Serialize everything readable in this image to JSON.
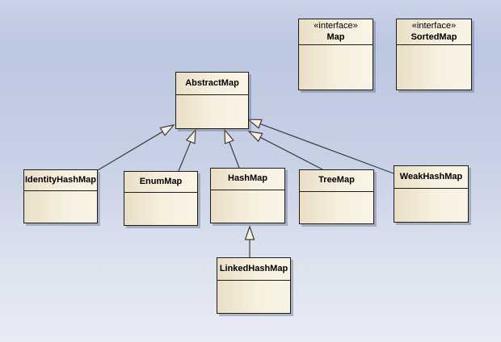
{
  "diagram": {
    "type": "uml-class-diagram",
    "subject": "Java Map class hierarchy",
    "colors": {
      "background_top": "#bcc7e1",
      "background_bottom": "#e9ecf5",
      "node_fill_dark": "#eadec6",
      "node_fill_light": "#faf4e5",
      "node_border": "#1c1c1c",
      "connector": "#3c3c3c",
      "arrowhead_fill": "#f7f0df",
      "shadow": "#6e768c",
      "text": "#000000"
    }
  },
  "nodes": [
    {
      "id": "map",
      "kind": "interface",
      "stereotype": "«interface»",
      "name": "Map"
    },
    {
      "id": "sortedmap",
      "kind": "interface",
      "stereotype": "«interface»",
      "name": "SortedMap"
    },
    {
      "id": "abstractmap",
      "kind": "class",
      "name": "AbstractMap"
    },
    {
      "id": "identityhashmap",
      "kind": "class",
      "name": "IdentityHashMap"
    },
    {
      "id": "enummap",
      "kind": "class",
      "name": "EnumMap"
    },
    {
      "id": "hashmap",
      "kind": "class",
      "name": "HashMap"
    },
    {
      "id": "treemap",
      "kind": "class",
      "name": "TreeMap"
    },
    {
      "id": "weakhashmap",
      "kind": "class",
      "name": "WeakHashMap"
    },
    {
      "id": "linkedhashmap",
      "kind": "class",
      "name": "LinkedHashMap"
    }
  ],
  "relationships": [
    {
      "from": "IdentityHashMap",
      "to": "AbstractMap",
      "type": "generalization"
    },
    {
      "from": "EnumMap",
      "to": "AbstractMap",
      "type": "generalization"
    },
    {
      "from": "HashMap",
      "to": "AbstractMap",
      "type": "generalization"
    },
    {
      "from": "TreeMap",
      "to": "AbstractMap",
      "type": "generalization"
    },
    {
      "from": "WeakHashMap",
      "to": "AbstractMap",
      "type": "generalization"
    },
    {
      "from": "LinkedHashMap",
      "to": "HashMap",
      "type": "generalization"
    }
  ]
}
